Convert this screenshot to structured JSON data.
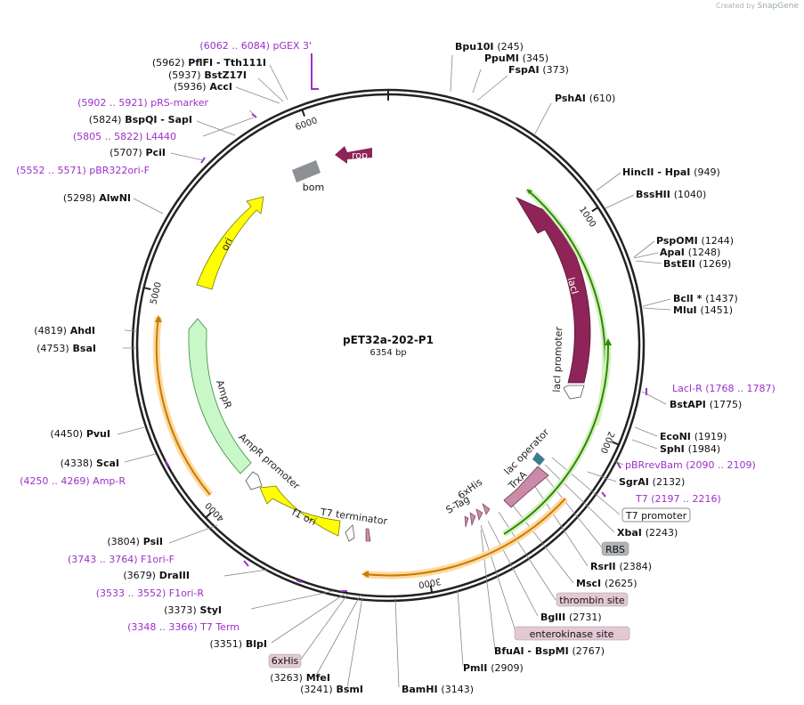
{
  "watermark": {
    "prefix": "Created by",
    "brand": "SnapGene"
  },
  "plasmid": {
    "name": "pET32a-202-P1",
    "length_text": "6354 bp",
    "length": 6354
  },
  "ticks": [
    {
      "pos": 1000,
      "label": "1000"
    },
    {
      "pos": 2000,
      "label": "2000"
    },
    {
      "pos": 3000,
      "label": "3000"
    },
    {
      "pos": 4000,
      "label": "4000"
    },
    {
      "pos": 5000,
      "label": "5000"
    },
    {
      "pos": 6000,
      "label": "6000"
    }
  ],
  "features": [
    {
      "name": "rop-feature",
      "label": "rop"
    },
    {
      "name": "bom-feature",
      "label": "bom"
    },
    {
      "name": "ori-feature",
      "label": "ori"
    },
    {
      "name": "lacI-feature",
      "label": "lacI"
    },
    {
      "name": "lacI-promoter-feature",
      "label": "lacI promoter"
    },
    {
      "name": "AmpR-feature",
      "label": "AmpR"
    },
    {
      "name": "AmpR-promoter-feature",
      "label": "AmpR promoter"
    },
    {
      "name": "f1-ori-feature",
      "label": "f1 ori"
    },
    {
      "name": "T7-terminator-feature",
      "label": "T7 terminator"
    },
    {
      "name": "lac-operator-feature",
      "label": "lac operator"
    },
    {
      "name": "TrxA-feature",
      "label": "TrxA"
    },
    {
      "name": "6xHis-feature",
      "label": "6xHis"
    },
    {
      "name": "S-Tag-feature",
      "label": "S-Tag"
    }
  ],
  "labels": [
    {
      "name": "site-pGEX3",
      "text": "(6062 .. 6084)  pGEX 3'"
    },
    {
      "name": "site-PflFI",
      "text": "(5962)  PflFI  - Tth111I"
    },
    {
      "name": "site-BstZ17I",
      "text": "(5937)  BstZ17I"
    },
    {
      "name": "site-AccI",
      "text": "(5936)  AccI"
    },
    {
      "name": "site-pRS-marker",
      "text": "(5902 .. 5921)  pRS-marker"
    },
    {
      "name": "site-BspQI",
      "text": "(5824)  BspQI  - SapI"
    },
    {
      "name": "site-L4440",
      "text": "(5805 .. 5822)  L4440"
    },
    {
      "name": "site-PciI",
      "text": "(5707)  PciI"
    },
    {
      "name": "site-pBR322ori-F",
      "text": "(5552 .. 5571)  pBR322ori-F"
    },
    {
      "name": "site-AlwNI",
      "text": "(5298)  AlwNI"
    },
    {
      "name": "site-AhdI",
      "text": "(4819)  AhdI"
    },
    {
      "name": "site-BsaI",
      "text": "(4753)  BsaI"
    },
    {
      "name": "site-PvuI",
      "text": "(4450)  PvuI"
    },
    {
      "name": "site-ScaI",
      "text": "(4338)  ScaI"
    },
    {
      "name": "site-Amp-R",
      "text": "(4250 .. 4269)  Amp-R"
    },
    {
      "name": "site-PsiI",
      "text": "(3804)  PsiI"
    },
    {
      "name": "site-F1ori-F",
      "text": "(3743 .. 3764)  F1ori-F"
    },
    {
      "name": "site-DraIII",
      "text": "(3679)  DraIII"
    },
    {
      "name": "site-F1ori-R",
      "text": "(3533 .. 3552)  F1ori-R"
    },
    {
      "name": "site-StyI",
      "text": "(3373)  StyI"
    },
    {
      "name": "site-T7-Term",
      "text": "(3348 .. 3366)  T7 Term"
    },
    {
      "name": "site-BlpI",
      "text": "(3351)  BlpI"
    },
    {
      "name": "site-6xHis-box",
      "text": "6xHis"
    },
    {
      "name": "site-MfeI",
      "text": "(3263)  MfeI"
    },
    {
      "name": "site-BsmI",
      "text": "(3241)  BsmI"
    },
    {
      "name": "site-BamHI",
      "text": "BamHI  (3143)"
    },
    {
      "name": "site-PmlI",
      "text": "PmlI  (2909)"
    },
    {
      "name": "site-BfuAI",
      "text": "BfuAI  - BspMI  (2767)"
    },
    {
      "name": "site-enterokinase",
      "text": "enterokinase site"
    },
    {
      "name": "site-BglII",
      "text": "BglII  (2731)"
    },
    {
      "name": "site-thrombin",
      "text": "thrombin site"
    },
    {
      "name": "site-MscI",
      "text": "MscI  (2625)"
    },
    {
      "name": "site-RsrII",
      "text": "RsrII  (2384)"
    },
    {
      "name": "site-RBS",
      "text": "RBS"
    },
    {
      "name": "site-XbaI",
      "text": "XbaI  (2243)"
    },
    {
      "name": "site-T7-promoter",
      "text": "T7 promoter"
    },
    {
      "name": "site-T7",
      "text": "T7  (2197 .. 2216)"
    },
    {
      "name": "site-SgrAI",
      "text": "SgrAI  (2132)"
    },
    {
      "name": "site-pBRrevBam",
      "text": "pBRrevBam  (2090 .. 2109)"
    },
    {
      "name": "site-SphI",
      "text": "SphI  (1984)"
    },
    {
      "name": "site-EcoNI",
      "text": "EcoNI  (1919)"
    },
    {
      "name": "site-BstAPI",
      "text": "BstAPI  (1775)"
    },
    {
      "name": "site-LacI-R",
      "text": "LacI-R  (1768 .. 1787)"
    },
    {
      "name": "site-MluI",
      "text": "MluI  (1451)"
    },
    {
      "name": "site-BclI",
      "text": "BclI *  (1437)"
    },
    {
      "name": "site-BstEII",
      "text": "BstEII  (1269)"
    },
    {
      "name": "site-ApaI",
      "text": "ApaI  (1248)"
    },
    {
      "name": "site-PspOMI",
      "text": "PspOMI  (1244)"
    },
    {
      "name": "site-BssHII",
      "text": "BssHII  (1040)"
    },
    {
      "name": "site-HincII",
      "text": "HincII  - HpaI  (949)"
    },
    {
      "name": "site-PshAI",
      "text": "PshAI  (610)"
    },
    {
      "name": "site-FspAI",
      "text": "FspAI  (373)"
    },
    {
      "name": "site-PpuMI",
      "text": "PpuMI  (345)"
    },
    {
      "name": "site-Bpu10I",
      "text": "Bpu10I  (245)"
    }
  ]
}
